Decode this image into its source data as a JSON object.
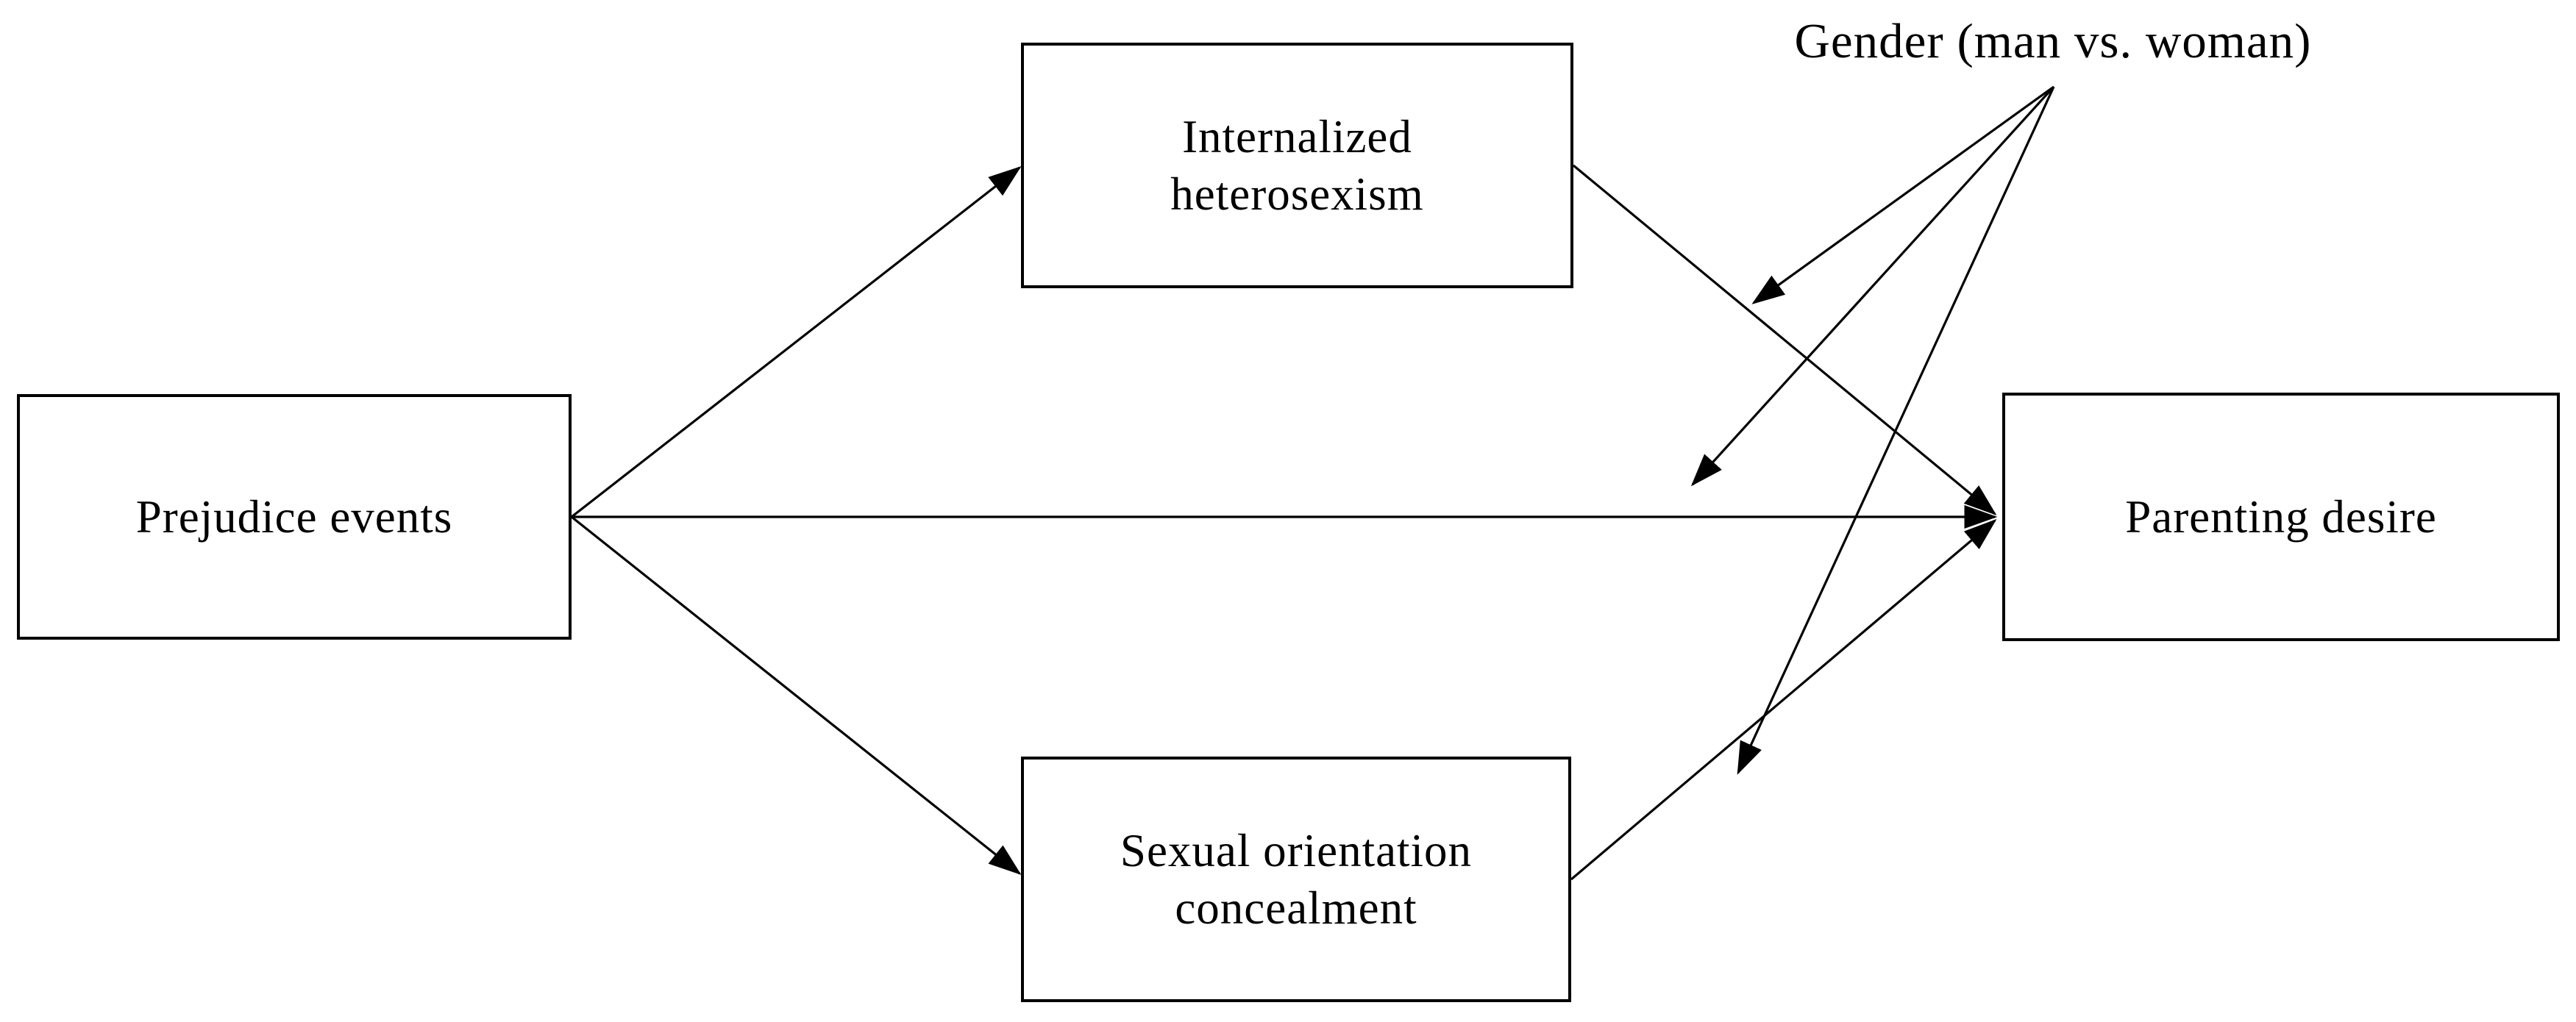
{
  "diagram": {
    "type": "path-model",
    "background_color": "#ffffff",
    "line_color": "#000000",
    "text_color": "#000000",
    "nodes": {
      "prejudice_events": {
        "label": "Prejudice events",
        "lines": [
          "Prejudice events"
        ],
        "shape": "rectangle"
      },
      "internalized_heterosexism": {
        "label": "Internalized heterosexism",
        "lines": [
          "Internalized",
          "heterosexism"
        ],
        "shape": "rectangle"
      },
      "sexual_orientation_concealment": {
        "label": "Sexual orientation concealment",
        "lines": [
          "Sexual orientation",
          "concealment"
        ],
        "shape": "rectangle"
      },
      "parenting_desire": {
        "label": "Parenting desire",
        "lines": [
          "Parenting desire"
        ],
        "shape": "rectangle"
      },
      "gender": {
        "label": "Gender (man vs. woman)",
        "lines": [
          "Gender (man vs. woman)"
        ],
        "shape": "text-only"
      }
    },
    "edges": [
      {
        "from": "Prejudice events",
        "to": "Internalized heterosexism",
        "kind": "path",
        "arrowhead": true
      },
      {
        "from": "Prejudice events",
        "to": "Parenting desire",
        "kind": "path",
        "arrowhead": true
      },
      {
        "from": "Prejudice events",
        "to": "Sexual orientation concealment",
        "kind": "path",
        "arrowhead": true
      },
      {
        "from": "Internalized heterosexism",
        "to": "Parenting desire",
        "kind": "path",
        "arrowhead": true
      },
      {
        "from": "Sexual orientation concealment",
        "to": "Parenting desire",
        "kind": "path",
        "arrowhead": true
      },
      {
        "from": "Gender (man vs. woman)",
        "to": "path: Internalized heterosexism → Parenting desire",
        "kind": "moderation",
        "arrowhead": true
      },
      {
        "from": "Gender (man vs. woman)",
        "to": "path: Prejudice events → Parenting desire",
        "kind": "moderation",
        "arrowhead": true
      },
      {
        "from": "Gender (man vs. woman)",
        "to": "path: Sexual orientation concealment → Parenting desire",
        "kind": "moderation",
        "arrowhead": true
      }
    ]
  }
}
